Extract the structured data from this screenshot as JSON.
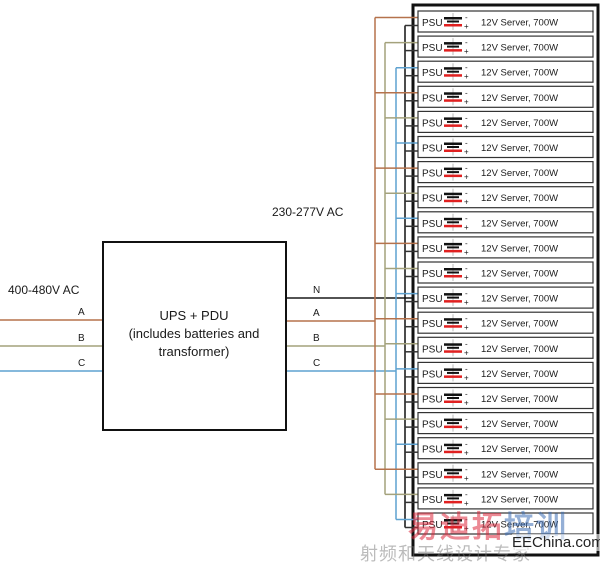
{
  "input": {
    "voltage_label": "400-480V AC",
    "phases": [
      {
        "label": "A",
        "color": "#b5724c"
      },
      {
        "label": "B",
        "color": "#a4a27c"
      },
      {
        "label": "C",
        "color": "#5fa2d0"
      }
    ]
  },
  "ups": {
    "title": "UPS + PDU",
    "line2": "(includes batteries and",
    "line3": "transformer)"
  },
  "output": {
    "voltage_label": "230-277V AC",
    "conductors": [
      {
        "label": "N",
        "color": "#1a1a1a"
      },
      {
        "label": "A",
        "color": "#b5724c"
      },
      {
        "label": "B",
        "color": "#a4a27c"
      },
      {
        "label": "C",
        "color": "#5fa2d0"
      }
    ]
  },
  "rack": {
    "units": [
      {
        "psu": "PSU",
        "server": "12V Server, 700W",
        "phase": "A"
      },
      {
        "psu": "PSU",
        "server": "12V Server, 700W",
        "phase": "B"
      },
      {
        "psu": "PSU",
        "server": "12V Server, 700W",
        "phase": "C"
      },
      {
        "psu": "PSU",
        "server": "12V Server, 700W",
        "phase": "A"
      },
      {
        "psu": "PSU",
        "server": "12V Server, 700W",
        "phase": "B"
      },
      {
        "psu": "PSU",
        "server": "12V Server, 700W",
        "phase": "C"
      },
      {
        "psu": "PSU",
        "server": "12V Server, 700W",
        "phase": "A"
      },
      {
        "psu": "PSU",
        "server": "12V Server, 700W",
        "phase": "B"
      },
      {
        "psu": "PSU",
        "server": "12V Server, 700W",
        "phase": "C"
      },
      {
        "psu": "PSU",
        "server": "12V Server, 700W",
        "phase": "A"
      },
      {
        "psu": "PSU",
        "server": "12V Server, 700W",
        "phase": "B"
      },
      {
        "psu": "PSU",
        "server": "12V Server, 700W",
        "phase": "C"
      },
      {
        "psu": "PSU",
        "server": "12V Server, 700W",
        "phase": "A"
      },
      {
        "psu": "PSU",
        "server": "12V Server, 700W",
        "phase": "B"
      },
      {
        "psu": "PSU",
        "server": "12V Server, 700W",
        "phase": "C"
      },
      {
        "psu": "PSU",
        "server": "12V Server, 700W",
        "phase": "A"
      },
      {
        "psu": "PSU",
        "server": "12V Server, 700W",
        "phase": "B"
      },
      {
        "psu": "PSU",
        "server": "12V Server, 700W",
        "phase": "C"
      },
      {
        "psu": "PSU",
        "server": "12V Server, 700W",
        "phase": "A"
      },
      {
        "psu": "PSU",
        "server": "12V Server, 700W",
        "phase": "B"
      },
      {
        "psu": "PSU",
        "server": "12V Server, 700W",
        "phase": "C"
      }
    ],
    "minus_sign": "-",
    "plus_sign": "+",
    "battery_colors": {
      "negative": "#111111",
      "positive": "#e02020"
    }
  },
  "watermark": {
    "cn_part1": "易迪拓",
    "cn_part2": "培训",
    "domain": "EEChina.com",
    "subtitle": "射频和天线设计专家"
  }
}
